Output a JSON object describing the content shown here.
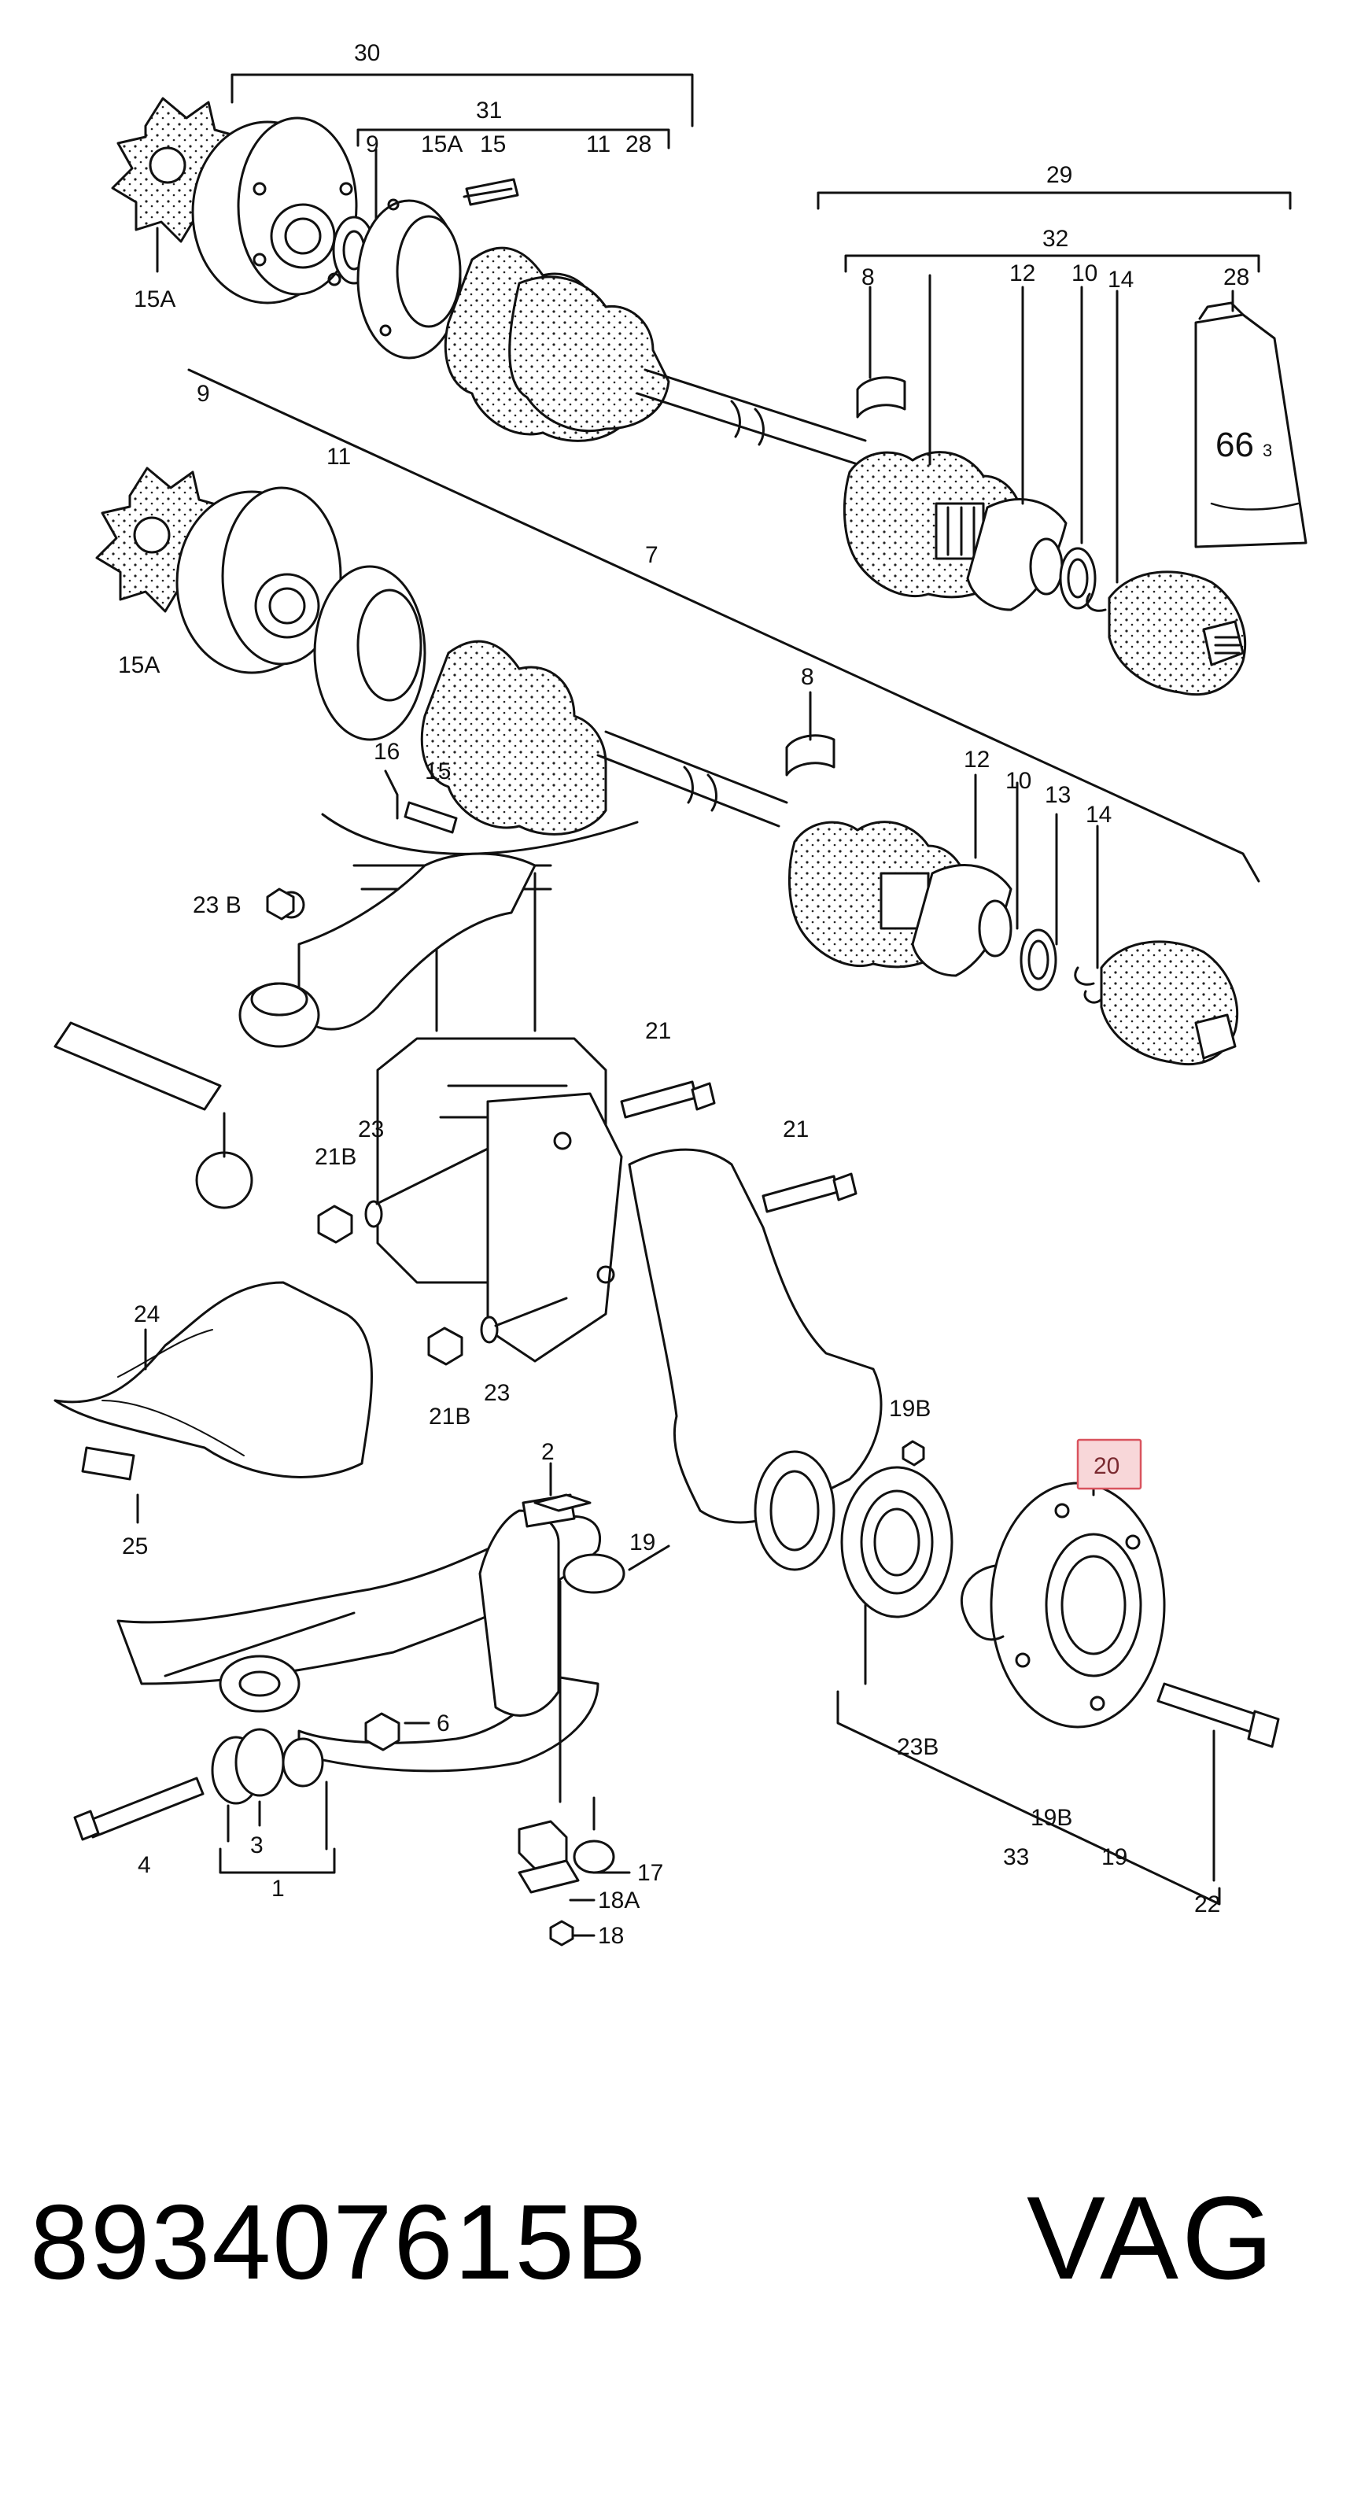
{
  "footer": {
    "part_number": "893407615B",
    "brand": "VAG"
  },
  "highlight": {
    "label": "20",
    "fill": "#f8d7d9",
    "border": "#d9535e"
  },
  "labels": {
    "l30": "30",
    "l31": "31",
    "l9a": "9",
    "l15Aa": "15A",
    "l15a": "15",
    "l11a": "11",
    "l28a": "28",
    "l15Ab": "15A",
    "l29": "29",
    "l32": "32",
    "l8a": "8",
    "l12a": "12",
    "l10a": "10",
    "l14a": "14",
    "l28b": "28",
    "tube": "66",
    "tube_unit": "3",
    "l9b": "9",
    "l11b": "11",
    "l15Ac": "15A",
    "l7": "7",
    "l8b": "8",
    "l12b": "12",
    "l10b": "10",
    "l13": "13",
    "l14b": "14",
    "l16": "16",
    "l15b": "15",
    "l23Ba": "23 B",
    "l21a": "21",
    "l23a": "23",
    "l21Ba": "21B",
    "l21b": "21",
    "l24": "24",
    "l21Bb": "21B",
    "l23b": "23",
    "l19Ba": "19B",
    "l25": "25",
    "l2": "2",
    "l19a": "19",
    "l6": "6",
    "l4": "4",
    "l3": "3",
    "l1": "1",
    "l17": "17",
    "l18A": "18A",
    "l18": "18",
    "l23Bb": "23B",
    "l19Bb": "19B",
    "l33": "33",
    "l19b": "19",
    "l22": "22"
  }
}
